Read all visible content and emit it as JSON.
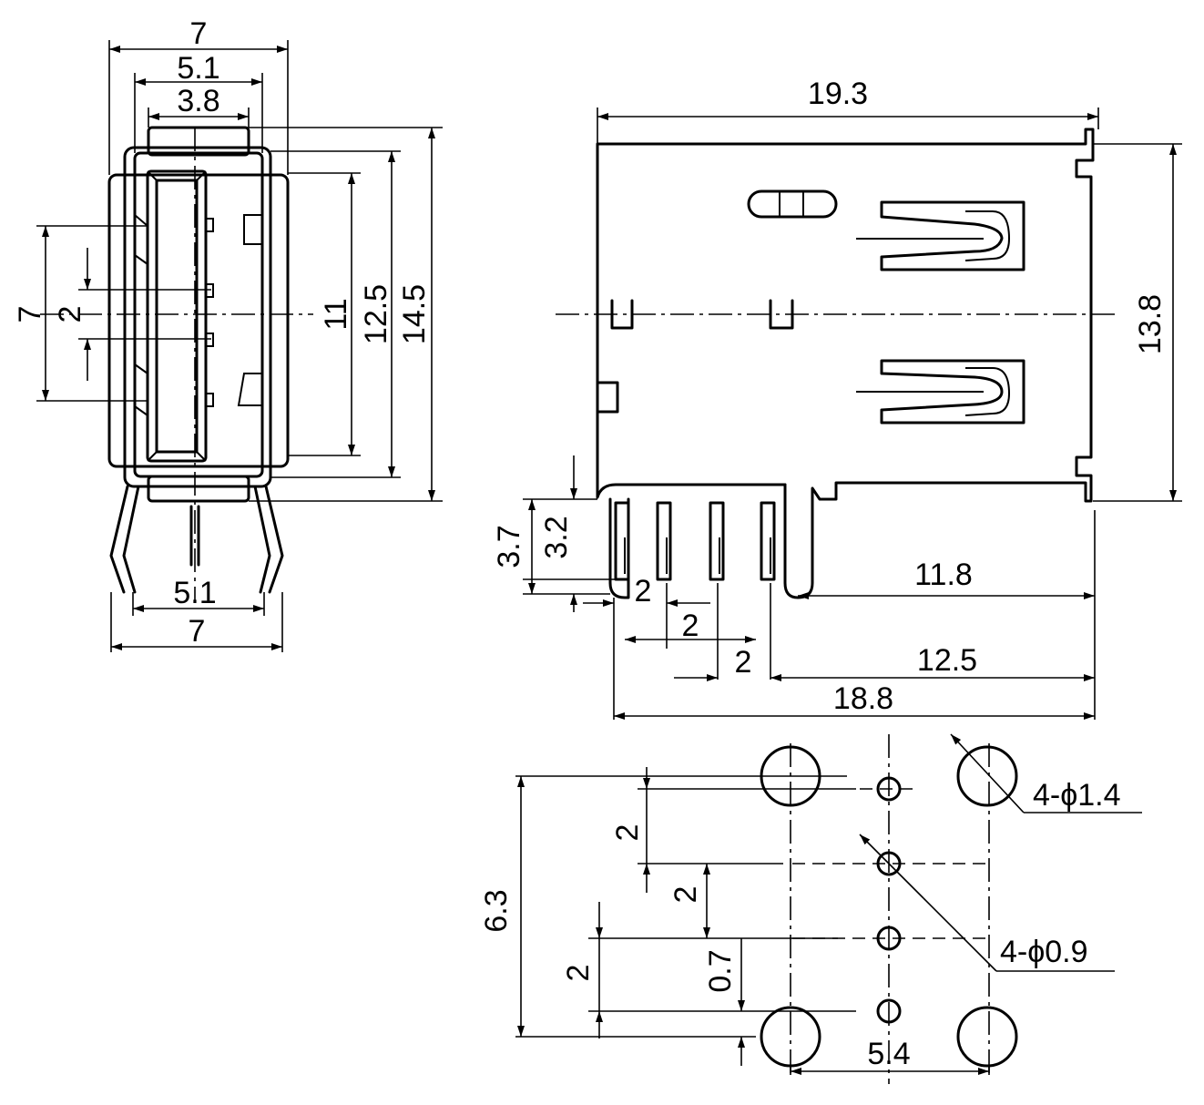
{
  "front_view": {
    "top_width": "7",
    "top_inner": "5.1",
    "top_slot": "3.8",
    "height_11": "11",
    "height_12_5": "12.5",
    "height_14_5": "14.5",
    "left_7": "7",
    "left_2": "2",
    "pin_pitch": "5.1",
    "bottom_width": "7"
  },
  "side_view": {
    "length": "19.3",
    "height": "13.8",
    "pin_3_7": "3.7",
    "pin_3_2": "3.2",
    "pitch_a": "2",
    "pitch_b": "2",
    "pitch_c": "2",
    "dist_11_8": "11.8",
    "dist_12_5": "12.5",
    "dist_18_8": "18.8"
  },
  "footprint": {
    "hole_large": "4-ϕ1.4",
    "hole_small": "4-ϕ0.9",
    "height_6_3": "6.3",
    "pitch_2_a": "2",
    "pitch_2_b": "2",
    "pitch_2_c": "2",
    "offset_0_7": "0.7",
    "span_5_4": "5.4"
  }
}
